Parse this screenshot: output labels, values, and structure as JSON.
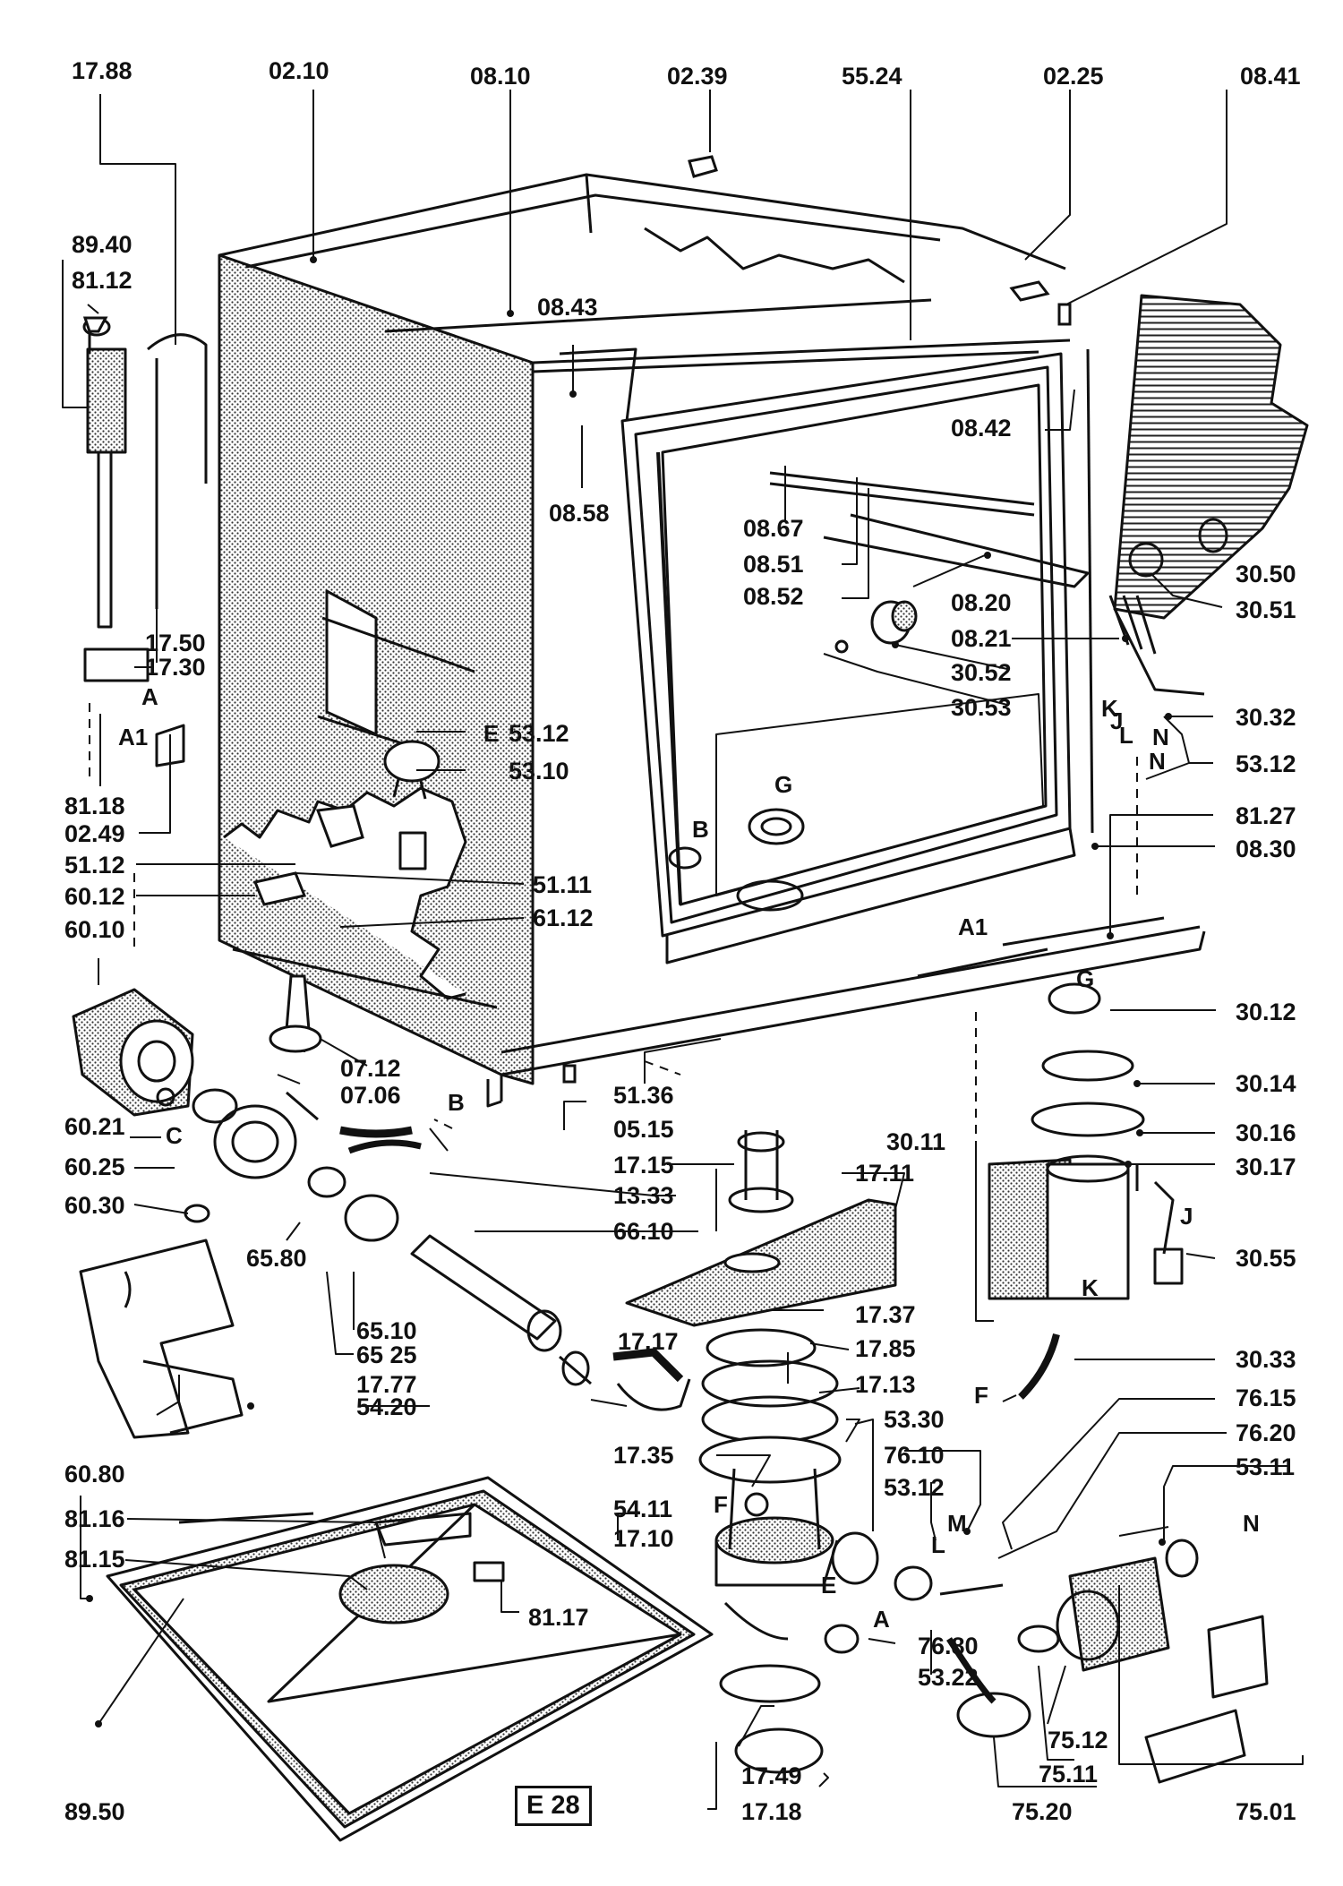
{
  "sheet": {
    "code": "E 28"
  },
  "part_numbers": [
    "17.88",
    "02.10",
    "08.10",
    "02.39",
    "55.24",
    "02.25",
    "08.41",
    "89.40",
    "81.12",
    "08.43",
    "08.42",
    "08.58",
    "08.67",
    "08.51",
    "08.52",
    "08.20",
    "08.21",
    "30.50",
    "30.51",
    "30.52",
    "30.53",
    "30.32",
    "53.12",
    "53.12",
    "53.10",
    "81.27",
    "08.30",
    "17.50",
    "17.30",
    "81.18",
    "02.49",
    "51.12",
    "51.11",
    "60.12",
    "61.12",
    "60.10",
    "30.12",
    "07.12",
    "07.06",
    "51.36",
    "30.14",
    "60.21",
    "05.15",
    "30.16",
    "60.25",
    "30.11",
    "17.15",
    "17.11",
    "30.17",
    "60.30",
    "13.33",
    "66.10",
    "65.80",
    "30.55",
    "17.37",
    "65.10",
    "65 25",
    "17.85",
    "17.17",
    "17.77",
    "17.13",
    "54.20",
    "30.33",
    "53.30",
    "76.15",
    "17.35",
    "76.10",
    "76.20",
    "60.80",
    "53.12",
    "53.11",
    "54.11",
    "81.16",
    "17.10",
    "81.15",
    "81.17",
    "76.80",
    "53.22",
    "75.12",
    "89.50",
    "17.49",
    "75.11",
    "17.18",
    "75.20",
    "75.01"
  ],
  "reference_letters": [
    "A",
    "A1",
    "E",
    "G",
    "B",
    "N",
    "N",
    "K",
    "J",
    "L",
    "A1",
    "G",
    "C",
    "B",
    "J",
    "K",
    "F",
    "M",
    "L",
    "F",
    "E",
    "A",
    "N"
  ]
}
